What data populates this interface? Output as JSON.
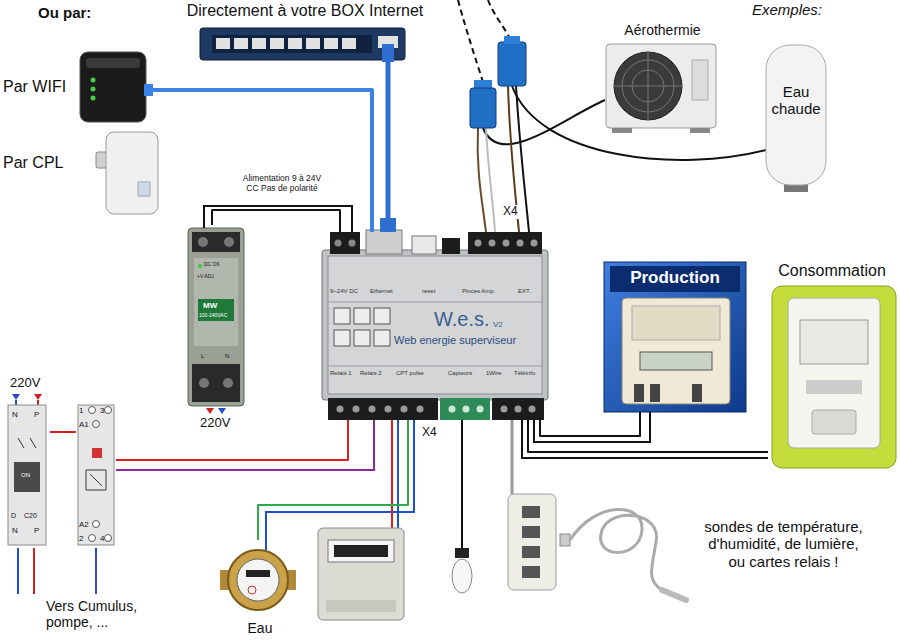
{
  "diagram": {
    "nodes": [
      {
        "text": [
          "Directement à votre BOX Internet"
        ]
      },
      {
        "text": [
          "Par WIFI"
        ]
      },
      {
        "text": [
          "Aérothermie"
        ]
      },
      {
        "text": [
          "Eau chaude"
        ]
      },
      {
        "text": [
          "Par CPL"
        ]
      },
      {
        "text": [
          "DC OK",
          "+V ADJ",
          "MW",
          "100-240VAC",
          "L",
          "N"
        ]
      },
      {
        "text": [
          "9~24V DC",
          "Ethernet",
          "reset",
          "Pinces Amp.",
          "EXT.",
          "W.e.s.",
          "V2",
          "Web energie superviseur",
          "Relais 1",
          "Relais 2",
          "CPT pulse",
          "Capteurs",
          "1Wire",
          "Téléinfo"
        ]
      },
      {
        "text": [
          "Production"
        ]
      },
      {
        "text": [
          "Consommation"
        ]
      },
      {
        "text": [
          "N",
          "P",
          "ON",
          "D",
          "C20",
          "N",
          "P"
        ]
      },
      {
        "text": [
          "1",
          "3",
          "A1",
          "A2",
          "2",
          "4"
        ]
      },
      {
        "text": [
          "Eau"
        ]
      },
      {
        "text": [
          "sondes de température, d'humidité, de lumière, ou cartes relais !"
        ]
      }
    ],
    "edges": [
      {
        "from": 0,
        "to": 6,
        "arrow": "none"
      },
      {
        "from": 1,
        "to": 6,
        "arrow": "none"
      },
      {
        "from": 5,
        "to": 6,
        "arrow": "none"
      },
      {
        "from": 7,
        "to": 6,
        "arrow": "none"
      },
      {
        "from": 8,
        "to": 6,
        "arrow": "none"
      },
      {
        "from": 6,
        "to": 12,
        "arrow": "none"
      },
      {
        "from": 6,
        "to": 11,
        "arrow": "none"
      },
      {
        "from": 9,
        "to": 10,
        "arrow": "none"
      },
      {
        "from": 10,
        "to": 6,
        "arrow": "none"
      }
    ],
    "labels": [
      "Ou par:",
      "Exemples:",
      "Alimentation 9 à 24V CC Pas de polarité",
      "X4",
      "220V",
      "220V",
      "X4",
      "Vers Cumulus, pompe, ..."
    ]
  }
}
